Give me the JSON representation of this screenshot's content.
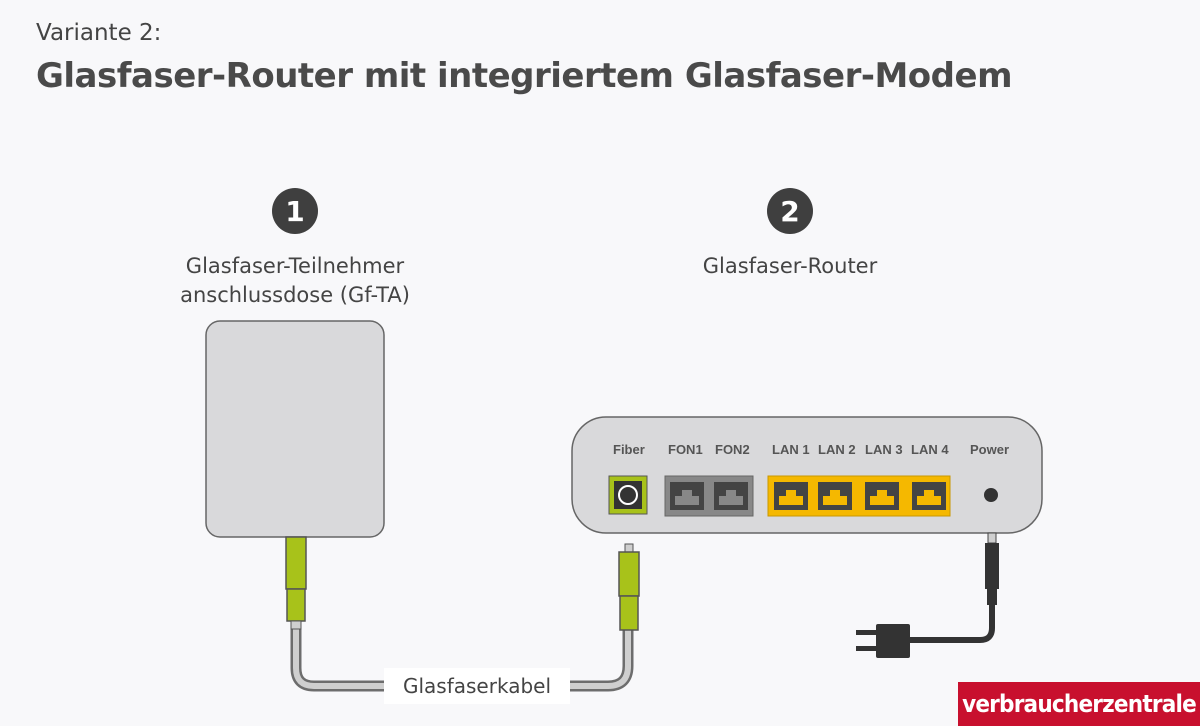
{
  "header": {
    "subtitle": "Variante 2:",
    "title": "Glasfaser-Router mit integriertem Glasfaser-Modem"
  },
  "devices": [
    {
      "number": "1",
      "label_line1": "Glasfaser-Teilnehmer",
      "label_line2": "anschlussdose (Gf-TA)"
    },
    {
      "number": "2",
      "label_line1": "Glasfaser-Router"
    }
  ],
  "router_ports": [
    "Fiber",
    "FON1",
    "FON2",
    "LAN 1",
    "LAN 2",
    "LAN 3",
    "LAN 4",
    "Power"
  ],
  "cable_label": "Glasfaserkabel",
  "logo_text": "verbraucherzentrale",
  "colors": {
    "fiber_green": "#a8c21a",
    "lan_yellow": "#f5b800",
    "device_gray": "#d9d9db",
    "brand_red": "#c8102e"
  }
}
